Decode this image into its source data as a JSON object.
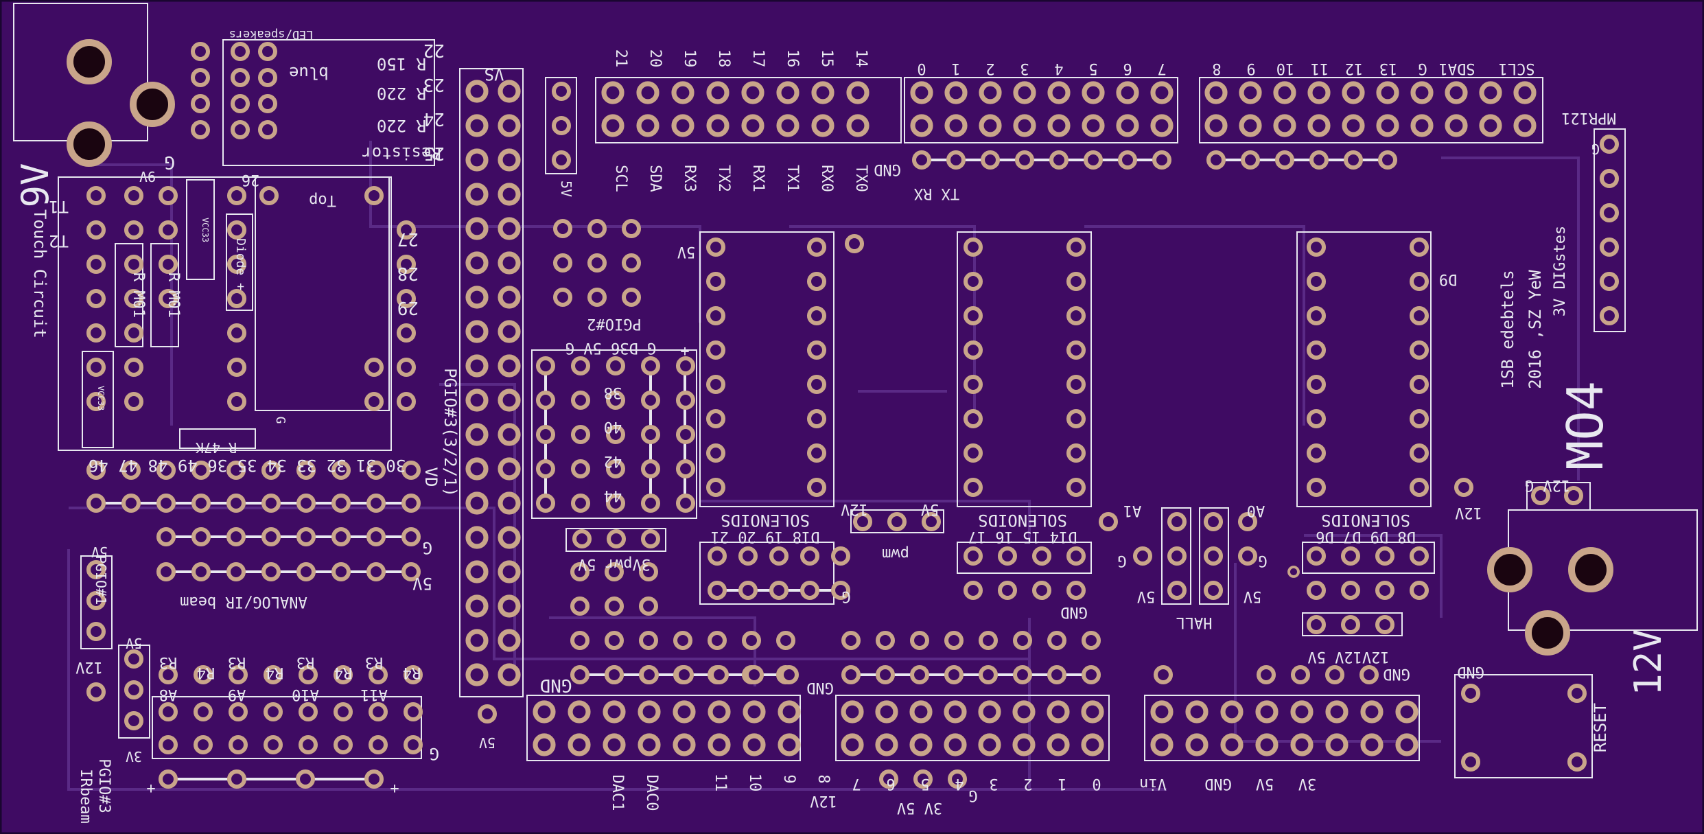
{
  "colors": {
    "board": "#3f0b63",
    "trace": "#5a2a86",
    "silk": "#e8e8f0",
    "pad": "#c9a58a",
    "hole": "#3f0b63",
    "edge": "#1a0630"
  },
  "labels": {
    "led_speakers": "LED/speakers",
    "r150": "R 150",
    "blue": "blue",
    "r220a": "R 220",
    "r220b": "R 220",
    "resistor": "Resistor",
    "h22": "22",
    "h23": "23",
    "h24": "24",
    "h25": "25",
    "g_left": "G",
    "n26": "26",
    "top": "Top",
    "t1": "T1",
    "t2": "T2",
    "n27": "27",
    "n28": "28",
    "n29": "29",
    "touch_circuit": "Touch Circuit",
    "nine_v": "9V",
    "r_m01a": "R M01",
    "r_m01b": "R M01",
    "vcc_a": "VCC33",
    "diode": "Diode +",
    "vcc_b": "VCC33",
    "r47k": "R 47K",
    "g_mid": "G",
    "row_nums": "30 31 32 33 34 35 36 49 48 47 46",
    "g_row": "G",
    "fivev_row": "5V",
    "analog_ir": "ANALOG/IR beam",
    "pgio1": "PGIO#1",
    "fivev_pg1": "5V",
    "twelve_pg1": "12V",
    "r3a": "R3",
    "r3b": "R3",
    "r3c": "R3",
    "r3d": "R3",
    "r3e": "R3",
    "r4a": "R4",
    "r4b": "R4",
    "r4c": "R4",
    "r4d": "R4",
    "a8": "A8",
    "a9": "A9",
    "a10": "A10",
    "a11": "A11",
    "fivev_a8": "5V",
    "g_bottom": "G",
    "threev": "3V",
    "irbeam": "IRbeam",
    "pgio3": "PGIO#3",
    "plus_a": "+",
    "plus_b": "+",
    "vs": "VS",
    "pgio3_label": "PGIO#3(3/2/1)",
    "vd": "VD",
    "fivev_low": "5V",
    "pgio2": "PGIO#2",
    "g_d36": "G D36 5V G",
    "n38": "38",
    "n40": "40",
    "n42": "42",
    "n44": "44",
    "plus_pg2": "+",
    "threevpwr": "3Vpwr 5V",
    "gnd_a": "GND",
    "pwm_12v": "12V",
    "pwm_5v": "5V",
    "pwm": "pwm",
    "v5_side": "5V",
    "scl": "SCL",
    "sda": "SDA",
    "rx3": "RX3",
    "tx2": "TX2",
    "rx1": "RX1",
    "tx1": "TX1",
    "rx0": "RX0",
    "tx0": "TX0",
    "top_21": "21",
    "top_20": "20",
    "top_19": "19",
    "top_18": "18",
    "top_17": "17",
    "top_16": "16",
    "top_15": "15",
    "top_14": "14",
    "fivev_sol": "5V",
    "gnd_top": "GND",
    "txrx": "TX RX",
    "n0": "0",
    "n1": "1",
    "n2": "2",
    "n3": "3",
    "n4": "4",
    "n5": "5",
    "n6": "6",
    "n7": "7",
    "n8": "8",
    "n9": "9",
    "n10": "10",
    "n11": "11",
    "n12": "12",
    "n13": "13",
    "g_top": "G",
    "sda1": "SDA1",
    "scl1": "SCL1",
    "mpr121": "MPR121",
    "g_mpr": "G",
    "mpr_side": "3V DIGstes",
    "date": "2016 ,SZ YeW",
    "fab": "1SB edebtels",
    "mo4": "MO4",
    "d9": "D9",
    "twelve_jack_top": "12V G",
    "twelve_right": "12V",
    "solenoids_a": "SOLENOIDS",
    "sol_a_pins": "D18 19 20 21",
    "g_sol_a": "G",
    "solenoids_b": "SOLENOIDS",
    "sol_b_pins": "D14 15 16 17",
    "gnd_sol_b": "GND",
    "solenoids_c": "SOLENOIDS",
    "sol_c_pins": "D8 D9 D7 D6",
    "a1": "A1",
    "a0": "A0",
    "g_hall_a": "G",
    "g_hall_b": "G",
    "fivev_hall_a": "5V",
    "fivev_hall_b": "5V",
    "hall": "HALL",
    "twelve_twelve": "12V12V 5V",
    "gnd_right": "GND",
    "gnd_mid": "GND",
    "dac1": "DAC1",
    "dac0": "DAC0",
    "b11": "11",
    "b10": "10",
    "b9": "9",
    "b8": "8",
    "b7": "7",
    "b6": "6",
    "b5": "5",
    "b4": "4",
    "b3": "3",
    "b2": "2",
    "b1": "1",
    "b0": "0",
    "bottom_g": "G",
    "twelve_bottom": "12V",
    "threev_five": "3V 5V",
    "vin": "Vin",
    "gnd_bot": "GND",
    "fivev_bot": "5V",
    "threev_bot": "3V",
    "gnd_reset": "GND",
    "reset": "RESET",
    "twelve_v_big": "12V",
    "nine_v_big": "9V"
  }
}
